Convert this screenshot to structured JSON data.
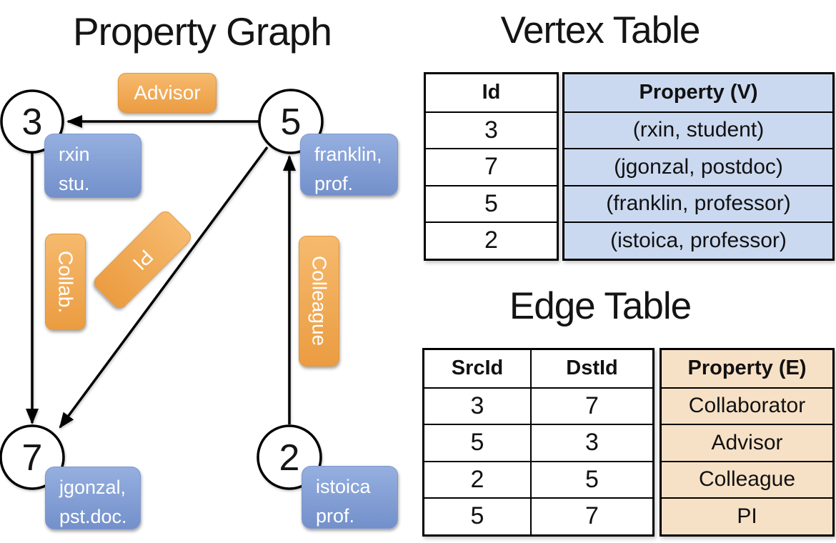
{
  "graph_panel": {
    "title": "Property Graph",
    "vertices": [
      {
        "id": "3",
        "lines": [
          "rxin",
          "stu."
        ]
      },
      {
        "id": "5",
        "lines": [
          "franklin,",
          "prof."
        ]
      },
      {
        "id": "7",
        "lines": [
          "jgonzal,",
          "pst.doc."
        ]
      },
      {
        "id": "2",
        "lines": [
          "istoica",
          "prof."
        ]
      }
    ],
    "edge_labels": {
      "advisor": "Advisor",
      "collab": "Collab.",
      "pi": "PI",
      "colleague": "Colleague"
    }
  },
  "vertex_table": {
    "title": "Vertex Table",
    "headers": {
      "id": "Id",
      "property": "Property (V)"
    },
    "rows": [
      {
        "id": "3",
        "property": "(rxin, student)"
      },
      {
        "id": "7",
        "property": "(jgonzal, postdoc)"
      },
      {
        "id": "5",
        "property": "(franklin, professor)"
      },
      {
        "id": "2",
        "property": "(istoica, professor)"
      }
    ]
  },
  "edge_table": {
    "title": "Edge Table",
    "headers": {
      "src": "SrcId",
      "dst": "DstId",
      "property": "Property (E)"
    },
    "rows": [
      {
        "src": "3",
        "dst": "7",
        "property": "Collaborator"
      },
      {
        "src": "5",
        "dst": "3",
        "property": "Advisor"
      },
      {
        "src": "2",
        "dst": "5",
        "property": "Colleague"
      },
      {
        "src": "5",
        "dst": "7",
        "property": "PI"
      }
    ]
  },
  "colors": {
    "edge_label_orange_light": "#F6BA6E",
    "edge_label_orange_dark": "#EB9C41",
    "vertex_box_blue_light": "#95AFDF",
    "vertex_box_blue_dark": "#7390CB",
    "vertex_table_cell_bg": "#CBD9F0",
    "edge_table_cell_bg": "#F7E1C6",
    "line_color": "#000000"
  }
}
